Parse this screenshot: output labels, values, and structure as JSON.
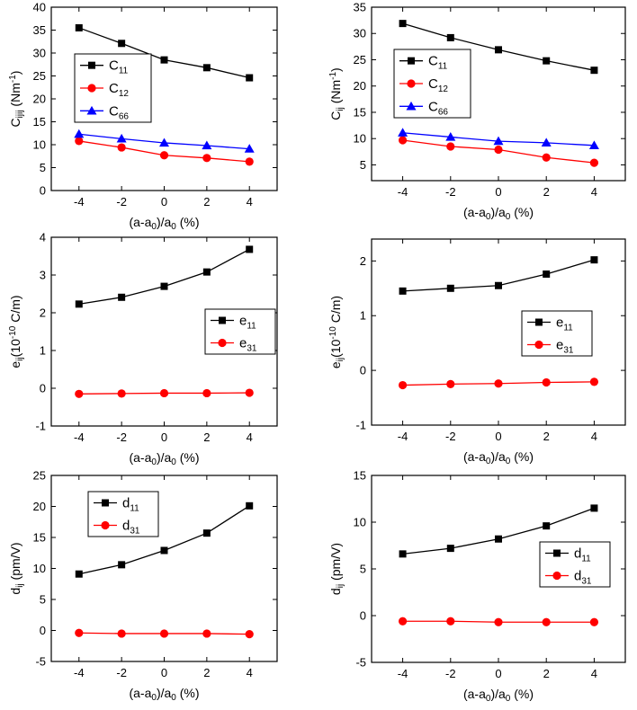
{
  "colors": {
    "black": "#000000",
    "red": "#ff0000",
    "blue": "#0000ff"
  },
  "chart_data": [
    {
      "type": "line",
      "ylabel": {
        "base": "C",
        "sub": "ijij",
        "rest": " (Nm",
        "sup": "-1",
        "end": ")"
      },
      "xlabel": {
        "a": "(a-a",
        "sub1": "0",
        "b": ")/a",
        "sub2": "0",
        "c": " (%)"
      },
      "x": [
        -4,
        -2,
        0,
        2,
        4
      ],
      "xlim": [
        -5.3,
        5.3
      ],
      "xticks": [
        -4,
        -2,
        0,
        2,
        4
      ],
      "ylim": [
        0,
        40
      ],
      "yticks": [
        0,
        5,
        10,
        15,
        20,
        25,
        30,
        35,
        40
      ],
      "legend_position": "left",
      "series": [
        {
          "name": "C11",
          "base": "C",
          "sub": "11",
          "color": "#000000",
          "marker": "square",
          "values": [
            35.5,
            32.1,
            28.5,
            26.8,
            24.6
          ]
        },
        {
          "name": "C12",
          "base": "C",
          "sub": "12",
          "color": "#ff0000",
          "marker": "circle",
          "values": [
            10.8,
            9.4,
            7.7,
            7.1,
            6.3
          ]
        },
        {
          "name": "C66",
          "base": "C",
          "sub": "66",
          "color": "#0000ff",
          "marker": "triangle",
          "values": [
            12.3,
            11.3,
            10.4,
            9.8,
            9.1
          ]
        }
      ]
    },
    {
      "type": "line",
      "ylabel": {
        "base": "C",
        "sub": "ij",
        "rest": " (Nm",
        "sup": "-1",
        "end": ")"
      },
      "xlabel": {
        "a": "(a-a",
        "sub1": "0",
        "b": ")/a",
        "sub2": "0",
        "c": " (%)"
      },
      "x": [
        -4,
        -2,
        0,
        2,
        4
      ],
      "xlim": [
        -5.3,
        5.3
      ],
      "xticks": [
        -4,
        -2,
        0,
        2,
        4
      ],
      "ylim": [
        2,
        35
      ],
      "yticks": [
        5,
        10,
        15,
        20,
        25,
        30,
        35
      ],
      "legend_position": "left",
      "series": [
        {
          "name": "C11",
          "base": "C",
          "sub": "11",
          "color": "#000000",
          "marker": "square",
          "values": [
            31.9,
            29.2,
            26.9,
            24.8,
            23.0
          ]
        },
        {
          "name": "C12",
          "base": "C",
          "sub": "12",
          "color": "#ff0000",
          "marker": "circle",
          "values": [
            9.7,
            8.5,
            7.9,
            6.4,
            5.4
          ]
        },
        {
          "name": "C66",
          "base": "C",
          "sub": "66",
          "color": "#0000ff",
          "marker": "triangle",
          "values": [
            11.1,
            10.3,
            9.5,
            9.2,
            8.7
          ]
        }
      ]
    },
    {
      "type": "line",
      "ylabel": {
        "base": "e",
        "sub": "ij",
        "rest": "(10",
        "sup": "-10",
        "end": " C/m)"
      },
      "xlabel": {
        "a": "(a-a",
        "sub1": "0",
        "b": ")/a",
        "sub2": "0",
        "c": " (%)"
      },
      "x": [
        -4,
        -2,
        0,
        2,
        4
      ],
      "xlim": [
        -5.3,
        5.3
      ],
      "xticks": [
        -4,
        -2,
        0,
        2,
        4
      ],
      "ylim": [
        -1,
        4
      ],
      "yticks": [
        -1,
        0,
        1,
        2,
        3,
        4
      ],
      "legend_position": "right",
      "series": [
        {
          "name": "e11",
          "base": "e",
          "sub": "11",
          "color": "#000000",
          "marker": "square",
          "values": [
            2.23,
            2.41,
            2.7,
            3.08,
            3.68
          ]
        },
        {
          "name": "e31",
          "base": "e",
          "sub": "31",
          "color": "#ff0000",
          "marker": "circle",
          "values": [
            -0.15,
            -0.14,
            -0.13,
            -0.13,
            -0.12
          ]
        }
      ]
    },
    {
      "type": "line",
      "ylabel": {
        "base": "e",
        "sub": "ij",
        "rest": "(10",
        "sup": "-10",
        "end": " C/m)"
      },
      "xlabel": {
        "a": "(a-a",
        "sub1": "0",
        "b": ")/a",
        "sub2": "0",
        "c": " (%)"
      },
      "x": [
        -4,
        -2,
        0,
        2,
        4
      ],
      "xlim": [
        -5.3,
        5.3
      ],
      "xticks": [
        -4,
        -2,
        0,
        2,
        4
      ],
      "ylim": [
        -1,
        2.4
      ],
      "yticks": [
        -1,
        0,
        1,
        2
      ],
      "legend_position": "right",
      "series": [
        {
          "name": "e11",
          "base": "e",
          "sub": "11",
          "color": "#000000",
          "marker": "square",
          "values": [
            1.45,
            1.5,
            1.55,
            1.76,
            2.02
          ]
        },
        {
          "name": "e31",
          "base": "e",
          "sub": "31",
          "color": "#ff0000",
          "marker": "circle",
          "values": [
            -0.27,
            -0.25,
            -0.24,
            -0.22,
            -0.21
          ]
        }
      ]
    },
    {
      "type": "line",
      "ylabel": {
        "base": "d",
        "sub": "ij",
        "rest": " (pm/V)",
        "sup": "",
        "end": ""
      },
      "xlabel": {
        "a": "(a-a",
        "sub1": "0",
        "b": ")/a",
        "sub2": "0",
        "c": " (%)"
      },
      "x": [
        -4,
        -2,
        0,
        2,
        4
      ],
      "xlim": [
        -5.3,
        5.3
      ],
      "xticks": [
        -4,
        -2,
        0,
        2,
        4
      ],
      "ylim": [
        -5,
        25
      ],
      "yticks": [
        -5,
        0,
        5,
        10,
        15,
        20,
        25
      ],
      "legend_position": "left",
      "series": [
        {
          "name": "d11",
          "base": "d",
          "sub": "11",
          "color": "#000000",
          "marker": "square",
          "values": [
            9.1,
            10.6,
            12.9,
            15.7,
            20.1
          ]
        },
        {
          "name": "d31",
          "base": "d",
          "sub": "31",
          "color": "#ff0000",
          "marker": "circle",
          "values": [
            -0.4,
            -0.5,
            -0.5,
            -0.5,
            -0.6
          ]
        }
      ]
    },
    {
      "type": "line",
      "ylabel": {
        "base": "d",
        "sub": "ij",
        "rest": " (pm/V)",
        "sup": "",
        "end": ""
      },
      "xlabel": {
        "a": "(a-a",
        "sub1": "0",
        "b": ")/a",
        "sub2": "0",
        "c": " (%)"
      },
      "x": [
        -4,
        -2,
        0,
        2,
        4
      ],
      "xlim": [
        -5.3,
        5.3
      ],
      "xticks": [
        -4,
        -2,
        0,
        2,
        4
      ],
      "ylim": [
        -5,
        15
      ],
      "yticks": [
        -5,
        0,
        5,
        10,
        15
      ],
      "legend_position": "right",
      "series": [
        {
          "name": "d11",
          "base": "d",
          "sub": "11",
          "color": "#000000",
          "marker": "square",
          "values": [
            6.6,
            7.2,
            8.2,
            9.6,
            11.5
          ]
        },
        {
          "name": "d31",
          "base": "d",
          "sub": "31",
          "color": "#ff0000",
          "marker": "circle",
          "values": [
            -0.6,
            -0.6,
            -0.7,
            -0.7,
            -0.7
          ]
        }
      ]
    }
  ]
}
